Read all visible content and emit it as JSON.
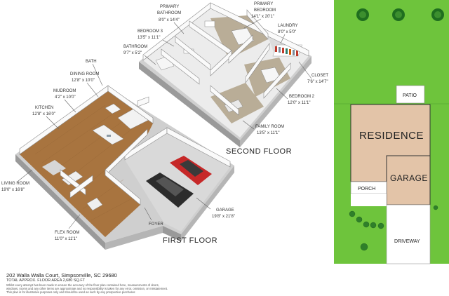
{
  "address": "202 Walla Walla Court, Simpsonville, SC 29680",
  "total_area": "TOTAL APPROX. FLOOR AREA 2,680 SQ.FT",
  "disclaimer": [
    "Whilst every attempt has been made to ensure the accuracy of the floor plan contained here, measurements of doors,",
    "windows, rooms and any other items are approximate and no responsibility is taken for any error, omission, or misstatement.",
    "This plan is for illustrative purposes only and should be used as such by any prospective purchaser."
  ],
  "floors": {
    "first": {
      "title": "FIRST FLOOR"
    },
    "second": {
      "title": "SECOND FLOOR"
    }
  },
  "rooms": {
    "bath": {
      "name": "BATH"
    },
    "dining": {
      "name": "DINING ROOM",
      "dim": "12'8\" x 10'0\""
    },
    "mudroom": {
      "name": "MUDROOM",
      "dim": "4'2\" x 10'0\""
    },
    "kitchen": {
      "name": "KITCHEN",
      "dim": "12'8\" x 16'0\""
    },
    "living": {
      "name": "LIVING ROOM",
      "dim": "19'0\" x 16'8\""
    },
    "flex": {
      "name": "FLEX ROOM",
      "dim": "11'0\" x 11'1\""
    },
    "foyer": {
      "name": "FOYER"
    },
    "garage": {
      "name": "GARAGE",
      "dim": "19'8\" x 21'8\""
    },
    "primary_bath": {
      "line1": "PRIMARY",
      "line2": "BATHROOM",
      "dim": "8'0\" x 14'4\""
    },
    "bedroom3": {
      "name": "BEDROOM 3",
      "dim": "13'5\" x 11'1\""
    },
    "bathroom": {
      "name": "BATHROOM",
      "dim": "9'7\" x 5'2\""
    },
    "primary_bed": {
      "line1": "PRIMARY",
      "line2": "BEDROOM",
      "dim": "14'1\" x 20'1\""
    },
    "laundry": {
      "name": "LAUNDRY",
      "dim": "8'0\" x 5'0\""
    },
    "closet": {
      "name": "CLOSET",
      "dim": "7'6\" x 14'7\""
    },
    "bedroom2": {
      "name": "BEDROOM 2",
      "dim": "12'0\" x 11'1\""
    },
    "family": {
      "name": "FAMILY ROOM",
      "dim": "13'5\" x 11'1\""
    }
  },
  "site": {
    "patio": "PATIO",
    "residence": "RESIDENCE",
    "garage": "GARAGE",
    "porch": "PORCH",
    "driveway": "DRIVEWAY"
  },
  "colors": {
    "lawn": "#6ec43c",
    "building": "#e3c4a8",
    "wood_floor": "#a8743f",
    "concrete": "#d8d8d8",
    "carpet": "#bdb29e",
    "wall": "#f4f4f4"
  }
}
